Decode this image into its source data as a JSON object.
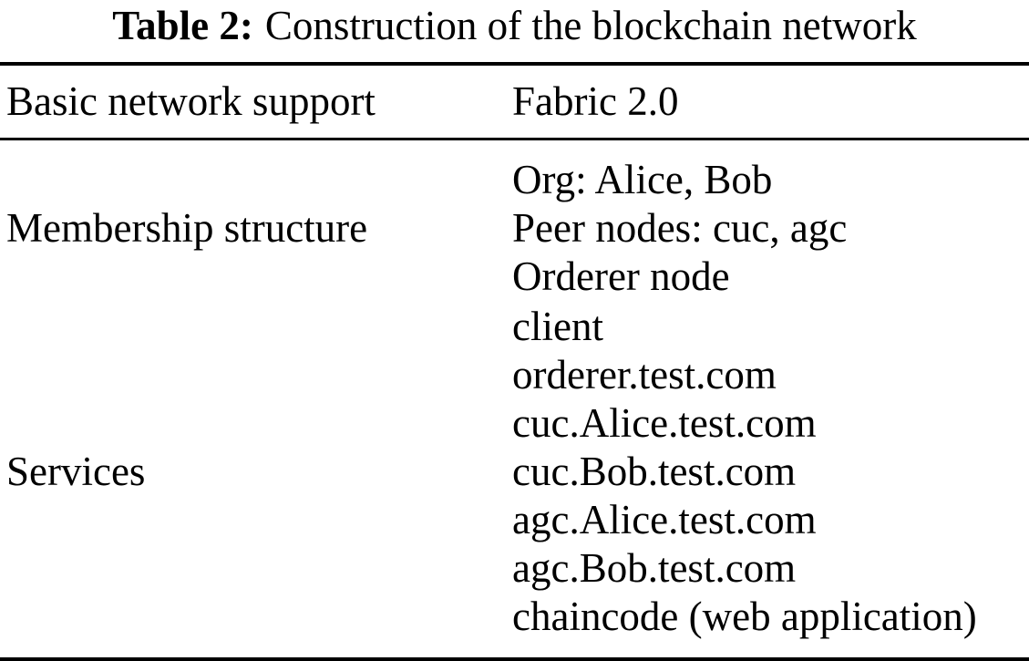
{
  "caption": {
    "label": "Table 2:",
    "text": "Construction of the blockchain network"
  },
  "table": {
    "header": {
      "key": "Basic network support",
      "value": "Fabric 2.0"
    },
    "rows": [
      {
        "key": "Membership structure",
        "lines": [
          "Org: Alice, Bob",
          "Peer nodes: cuc, agc",
          "Orderer node"
        ]
      },
      {
        "key": "Services",
        "lines": [
          "client",
          "orderer.test.com",
          "cuc.Alice.test.com",
          "cuc.Bob.test.com",
          "agc.Alice.test.com",
          "agc.Bob.test.com",
          "chaincode (web application)"
        ]
      }
    ]
  },
  "colors": {
    "text": "#000000",
    "background": "#ffffff",
    "rule": "#000000"
  }
}
